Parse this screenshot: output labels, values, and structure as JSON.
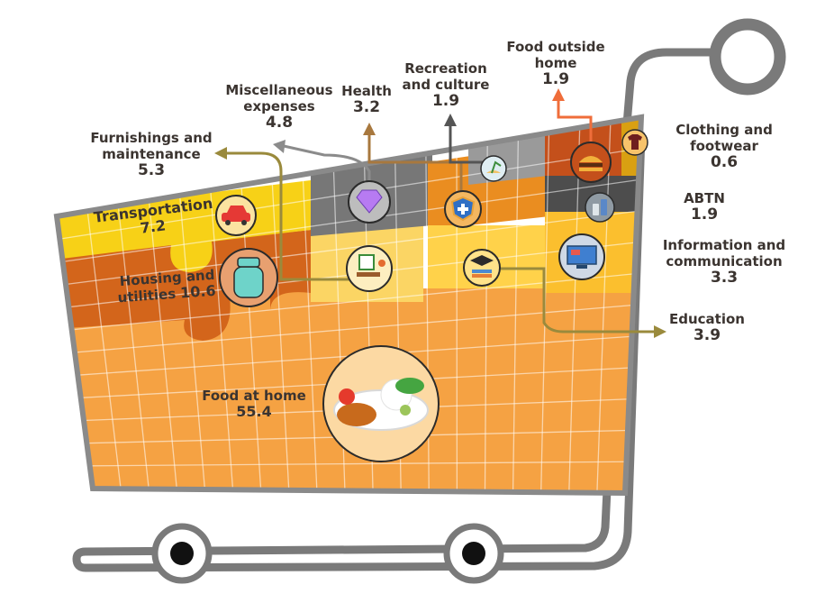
{
  "colors": {
    "food_at_home": "#f5a243",
    "housing": "#d3651b",
    "transportation": "#f7d117",
    "furnishings": "#fbd564",
    "misc": "#777777",
    "health": "#ea8d20",
    "recreation": "#9a9a9a",
    "food_outside": "#c4501b",
    "clothing": "#d9a012",
    "abtn": "#4d4d4d",
    "info_comm": "#fbbf2e",
    "education": "#ffd24a",
    "arrow_olive": "#9a8a3c",
    "arrow_gray": "#8b8b8b",
    "arrow_brown": "#a8783e",
    "arrow_dark": "#555555",
    "arrow_orange": "#ef6d3a",
    "cart_frame": "#7a7a7a"
  },
  "chart_data": {
    "type": "treemap",
    "categories": [
      {
        "name": "Food at home",
        "value": 55.4,
        "icon": "meal-plate-icon"
      },
      {
        "name": "Housing and utilities",
        "value": 10.6,
        "icon": "gas-cylinder-icon"
      },
      {
        "name": "Transportation",
        "value": 7.2,
        "icon": "car-icon"
      },
      {
        "name": "Furnishings and maintenance",
        "value": 5.3,
        "icon": "furniture-icon"
      },
      {
        "name": "Miscellaneous expenses",
        "value": 4.8,
        "icon": "diamond-icon"
      },
      {
        "name": "Education",
        "value": 3.9,
        "icon": "graduation-books-icon"
      },
      {
        "name": "Information and communication",
        "value": 3.3,
        "icon": "monitor-icon"
      },
      {
        "name": "Health",
        "value": 3.2,
        "icon": "health-shield-icon"
      },
      {
        "name": "Recreation and culture",
        "value": 1.9,
        "icon": "beach-icon"
      },
      {
        "name": "Food outside home",
        "value": 1.9,
        "icon": "fast-food-icon"
      },
      {
        "name": "ABTN",
        "value": 1.9,
        "icon": "bottles-icon"
      },
      {
        "name": "Clothing and footwear",
        "value": 0.6,
        "icon": "shirt-icon"
      }
    ]
  },
  "labels": {
    "food_home": {
      "name": "Food at home",
      "value": "55.4"
    },
    "housing": {
      "name_line1": "Housing and",
      "name_line2": "utilities",
      "value": "10.6"
    },
    "transport": {
      "name": "Transportation",
      "value": "7.2"
    },
    "furnishings": {
      "name_line1": "Furnishings and",
      "name_line2": "maintenance",
      "value": "5.3"
    },
    "misc": {
      "name_line1": "Miscellaneous",
      "name_line2": "expenses",
      "value": "4.8"
    },
    "health": {
      "name": "Health",
      "value": "3.2"
    },
    "recreation": {
      "name_line1": "Recreation",
      "name_line2": "and culture",
      "value": "1.9"
    },
    "food_outside": {
      "name_line1": "Food outside",
      "name_line2": "home",
      "value": "1.9"
    },
    "clothing": {
      "name_line1": "Clothing and",
      "name_line2": "footwear",
      "value": "0.6"
    },
    "abtn": {
      "name": "ABTN",
      "value": "1.9"
    },
    "info": {
      "name_line1": "Information and",
      "name_line2": "communication",
      "value": "3.3"
    },
    "education": {
      "name": "Education",
      "value": "3.9"
    }
  }
}
